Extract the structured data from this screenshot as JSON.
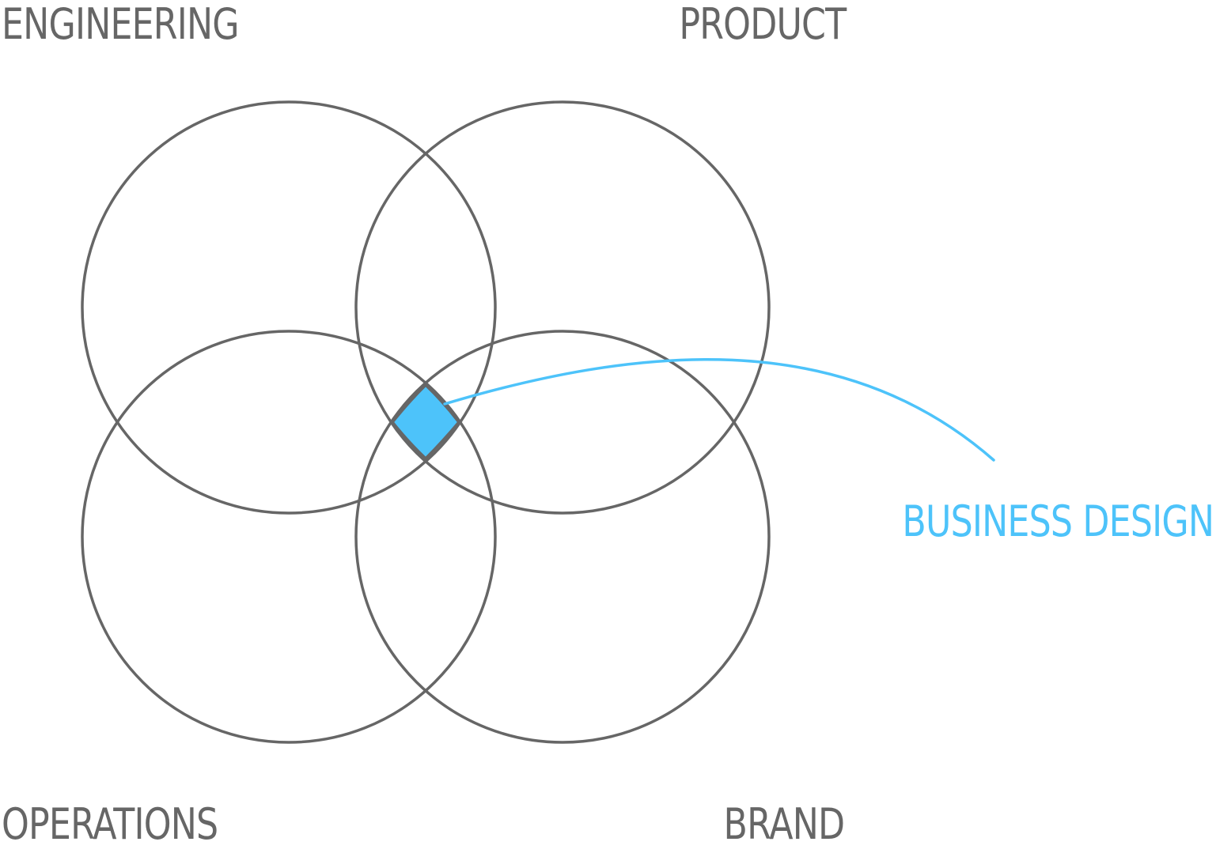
{
  "labels": {
    "engineering": "ENGINEERING",
    "product": "PRODUCT",
    "operations": "OPERATIONS",
    "brand": "BRAND",
    "highlight": "BUSINESS DESIGN"
  },
  "colors": {
    "stroke": "#666666",
    "text": "#666666",
    "accent": "#4dc3fa",
    "background": "#ffffff"
  }
}
